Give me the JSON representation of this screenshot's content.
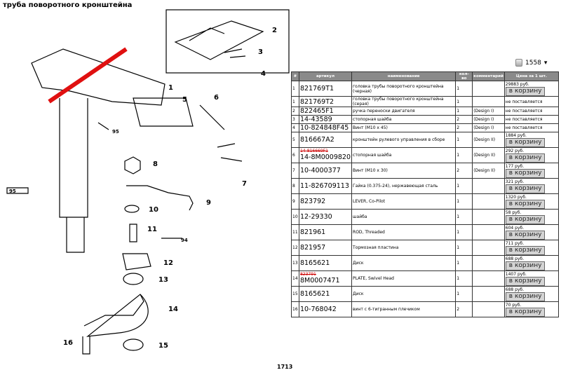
{
  "title": "труба поворотного кронштейна",
  "zoom_value": "1558",
  "page_number": "1713",
  "diagram": {
    "callouts": [
      "1",
      "2",
      "3",
      "4",
      "5",
      "6",
      "7",
      "8",
      "9",
      "10",
      "11",
      "12",
      "13",
      "14",
      "15",
      "16"
    ],
    "tubes": [
      "95",
      "95",
      "94"
    ]
  },
  "table": {
    "headers": [
      "#",
      "артикул",
      "наименование",
      "кол-во",
      "комментарий",
      "Цена за 1 шт."
    ],
    "cart_label": "в корзину",
    "rows": [
      {
        "n": "1",
        "art": "821769T1",
        "name": "головка трубы поворотного кронштейна (черная)",
        "qty": "1",
        "comment": "",
        "price": "29883 руб.",
        "available": true
      },
      {
        "n": "1",
        "art": "821769T2",
        "name": "головка трубы поворотного кронштейна (серая)",
        "qty": "1",
        "comment": "",
        "price": "не поставляется",
        "available": false
      },
      {
        "n": "2",
        "art": "822465F1",
        "name": "ручка переноски двигателя",
        "qty": "1",
        "comment": "(Design I)",
        "price": "не поставляется",
        "available": false
      },
      {
        "n": "3",
        "art": "14-43589",
        "name": "стопорная шайба",
        "qty": "2",
        "comment": "(Design I)",
        "price": "не поставляется",
        "available": false
      },
      {
        "n": "4",
        "art": "10-824848F45",
        "name": "Винт (M10 x 45)",
        "qty": "2",
        "comment": "(Design I)",
        "price": "не поставляется",
        "available": false
      },
      {
        "n": "5",
        "art": "816667A2",
        "name": "кронштейн рулевого управления в сборе",
        "qty": "1",
        "comment": "(Design II)",
        "price": "1884 руб.",
        "available": true
      },
      {
        "n": "6",
        "old": "14-816669F1",
        "art": "14-8M0009820",
        "name": "стопорная шайба",
        "qty": "1",
        "comment": "(Design II)",
        "price": "292 руб.",
        "available": true
      },
      {
        "n": "7",
        "art": "10-4000377",
        "name": "Винт (M10 x 30)",
        "qty": "2",
        "comment": "(Design II)",
        "price": "177 руб.",
        "available": true
      },
      {
        "n": "8",
        "art": "11-826709113",
        "name": "Гайка (0.375-24), нержавеющая сталь",
        "qty": "1",
        "comment": "",
        "price": "321 руб.",
        "available": true
      },
      {
        "n": "9",
        "art": "823792",
        "name": "LEVER, Co-Pilot",
        "qty": "1",
        "comment": "",
        "price": "1320 руб.",
        "available": true
      },
      {
        "n": "10",
        "art": "12-29330",
        "name": "шайба",
        "qty": "1",
        "comment": "",
        "price": "58 руб.",
        "available": true
      },
      {
        "n": "11",
        "art": "821961",
        "name": "ROD, Threaded",
        "qty": "1",
        "comment": "",
        "price": "604 руб.",
        "available": true
      },
      {
        "n": "12",
        "art": "821957",
        "name": "Тормозная пластина",
        "qty": "1",
        "comment": "",
        "price": "711 руб.",
        "available": true
      },
      {
        "n": "13",
        "art": "8165621",
        "name": "Диск",
        "qty": "1",
        "comment": "",
        "price": "688 руб.",
        "available": true
      },
      {
        "n": "14",
        "old": "823791",
        "art": "8M0007471",
        "name": "PLATE, Swivel Head",
        "qty": "1",
        "comment": "",
        "price": "1407 руб.",
        "available": true
      },
      {
        "n": "15",
        "art": "8165621",
        "name": "Диск",
        "qty": "1",
        "comment": "",
        "price": "688 руб.",
        "available": true
      },
      {
        "n": "16",
        "art": "10-768042",
        "name": "винт с 6-тигранным плечиком",
        "qty": "2",
        "comment": "",
        "price": "70 руб.",
        "available": true
      }
    ]
  }
}
